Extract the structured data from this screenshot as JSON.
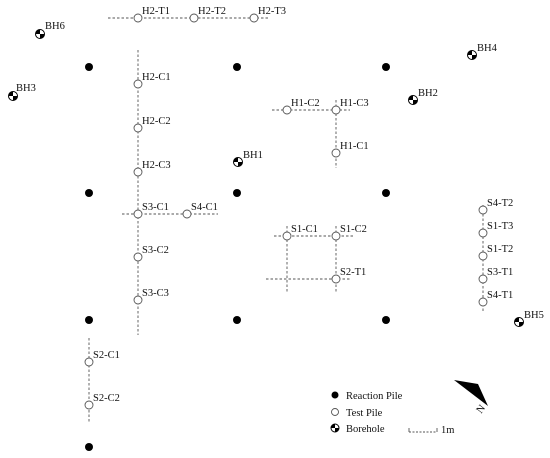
{
  "reaction_piles": [
    {
      "id": "R1",
      "row": 1,
      "col": 1
    },
    {
      "id": "R2",
      "row": 1,
      "col": 2
    },
    {
      "id": "R3",
      "row": 1,
      "col": 3
    },
    {
      "id": "R4",
      "row": 2,
      "col": 1
    },
    {
      "id": "R5",
      "row": 2,
      "col": 2
    },
    {
      "id": "R6",
      "row": 2,
      "col": 3
    },
    {
      "id": "R7",
      "row": 3,
      "col": 1
    },
    {
      "id": "R8",
      "row": 3,
      "col": 2
    },
    {
      "id": "R9",
      "row": 3,
      "col": 3
    },
    {
      "id": "R10",
      "row": 4,
      "col": 1
    }
  ],
  "test_piles": [
    "H2-T1",
    "H2-T2",
    "H2-T3",
    "H2-C1",
    "H2-C2",
    "H2-C3",
    "H1-C2",
    "H1-C3",
    "H1-C1",
    "S3-C1",
    "S4-C1",
    "S3-C2",
    "S3-C3",
    "S1-C1",
    "S1-C2",
    "S2-T1",
    "S2-C1",
    "S2-C2",
    "S4-T2",
    "S1-T3",
    "S1-T2",
    "S3-T1",
    "S4-T1"
  ],
  "boreholes": [
    "BH6",
    "BH3",
    "BH4",
    "BH2",
    "BH1",
    "BH5"
  ],
  "legend": {
    "reaction_pile": "Reaction Pile",
    "test_pile": "Test Pile",
    "borehole": "Borehole"
  },
  "scale_label": "1m",
  "north_label": "N"
}
